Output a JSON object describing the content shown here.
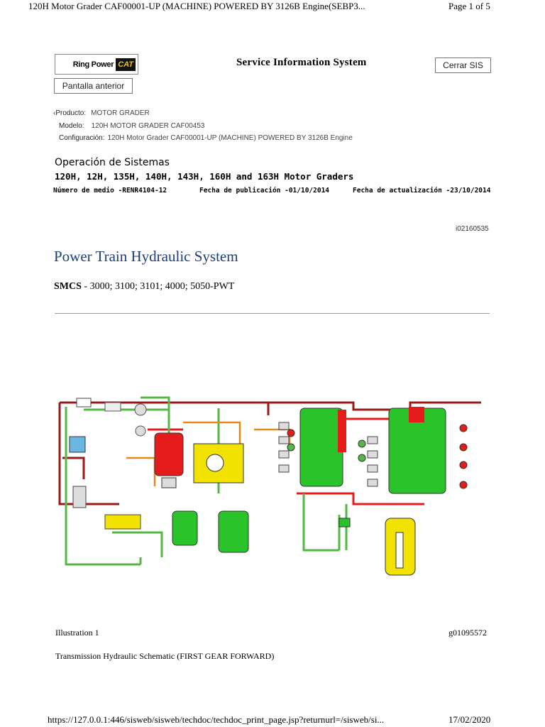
{
  "page_header": {
    "doc_title": "120H Motor Grader CAF00001-UP (MACHINE) POWERED BY 3126B Engine(SEBP3...",
    "page_count": "Page 1 of 5"
  },
  "toolbar": {
    "logo_text": "Ring Power",
    "logo_badge": "CAT",
    "system_title": "Service Information System",
    "close_label": "Cerrar SIS",
    "back_label": "Pantalla anterior"
  },
  "product": {
    "product_label": "Producto:",
    "product_value": "MOTOR GRADER",
    "model_label": "Modelo:",
    "model_value": "120H MOTOR GRADER CAF00453",
    "config_label": "Configuración:",
    "config_value": "120H Motor Grader CAF00001-UP (MACHINE) POWERED BY 3126B Engine"
  },
  "doc": {
    "operation_title": "Operación de Sistemas",
    "models_line": "120H, 12H, 135H, 140H, 143H, 160H and 163H Motor Graders",
    "media_number": "Número de medio -RENR4104-12",
    "publish_date": "Fecha de publicación -01/10/2014",
    "update_date": "Fecha de actualización -23/10/2014",
    "doc_id": "i02160535",
    "title": "Power Train Hydraulic System",
    "smcs_label": "SMCS",
    "smcs_value": " - 3000; 3100; 3101; 4000; 5050-PWT"
  },
  "illustration": {
    "label": "Illustration 1",
    "graphic_id": "g01095572",
    "caption": "Transmission Hydraulic Schematic (FIRST GEAR FORWARD)",
    "colors": {
      "supply": "#9a1a1a",
      "pilot": "#e61b1b",
      "return": "#55b846",
      "drain": "#e48a1c",
      "valve_body": "#2ac32a",
      "pump": "#f2e200"
    }
  },
  "page_footer": {
    "url": "https://127.0.0.1:446/sisweb/sisweb/techdoc/techdoc_print_page.jsp?returnurl=/sisweb/si...",
    "date": "17/02/2020"
  }
}
